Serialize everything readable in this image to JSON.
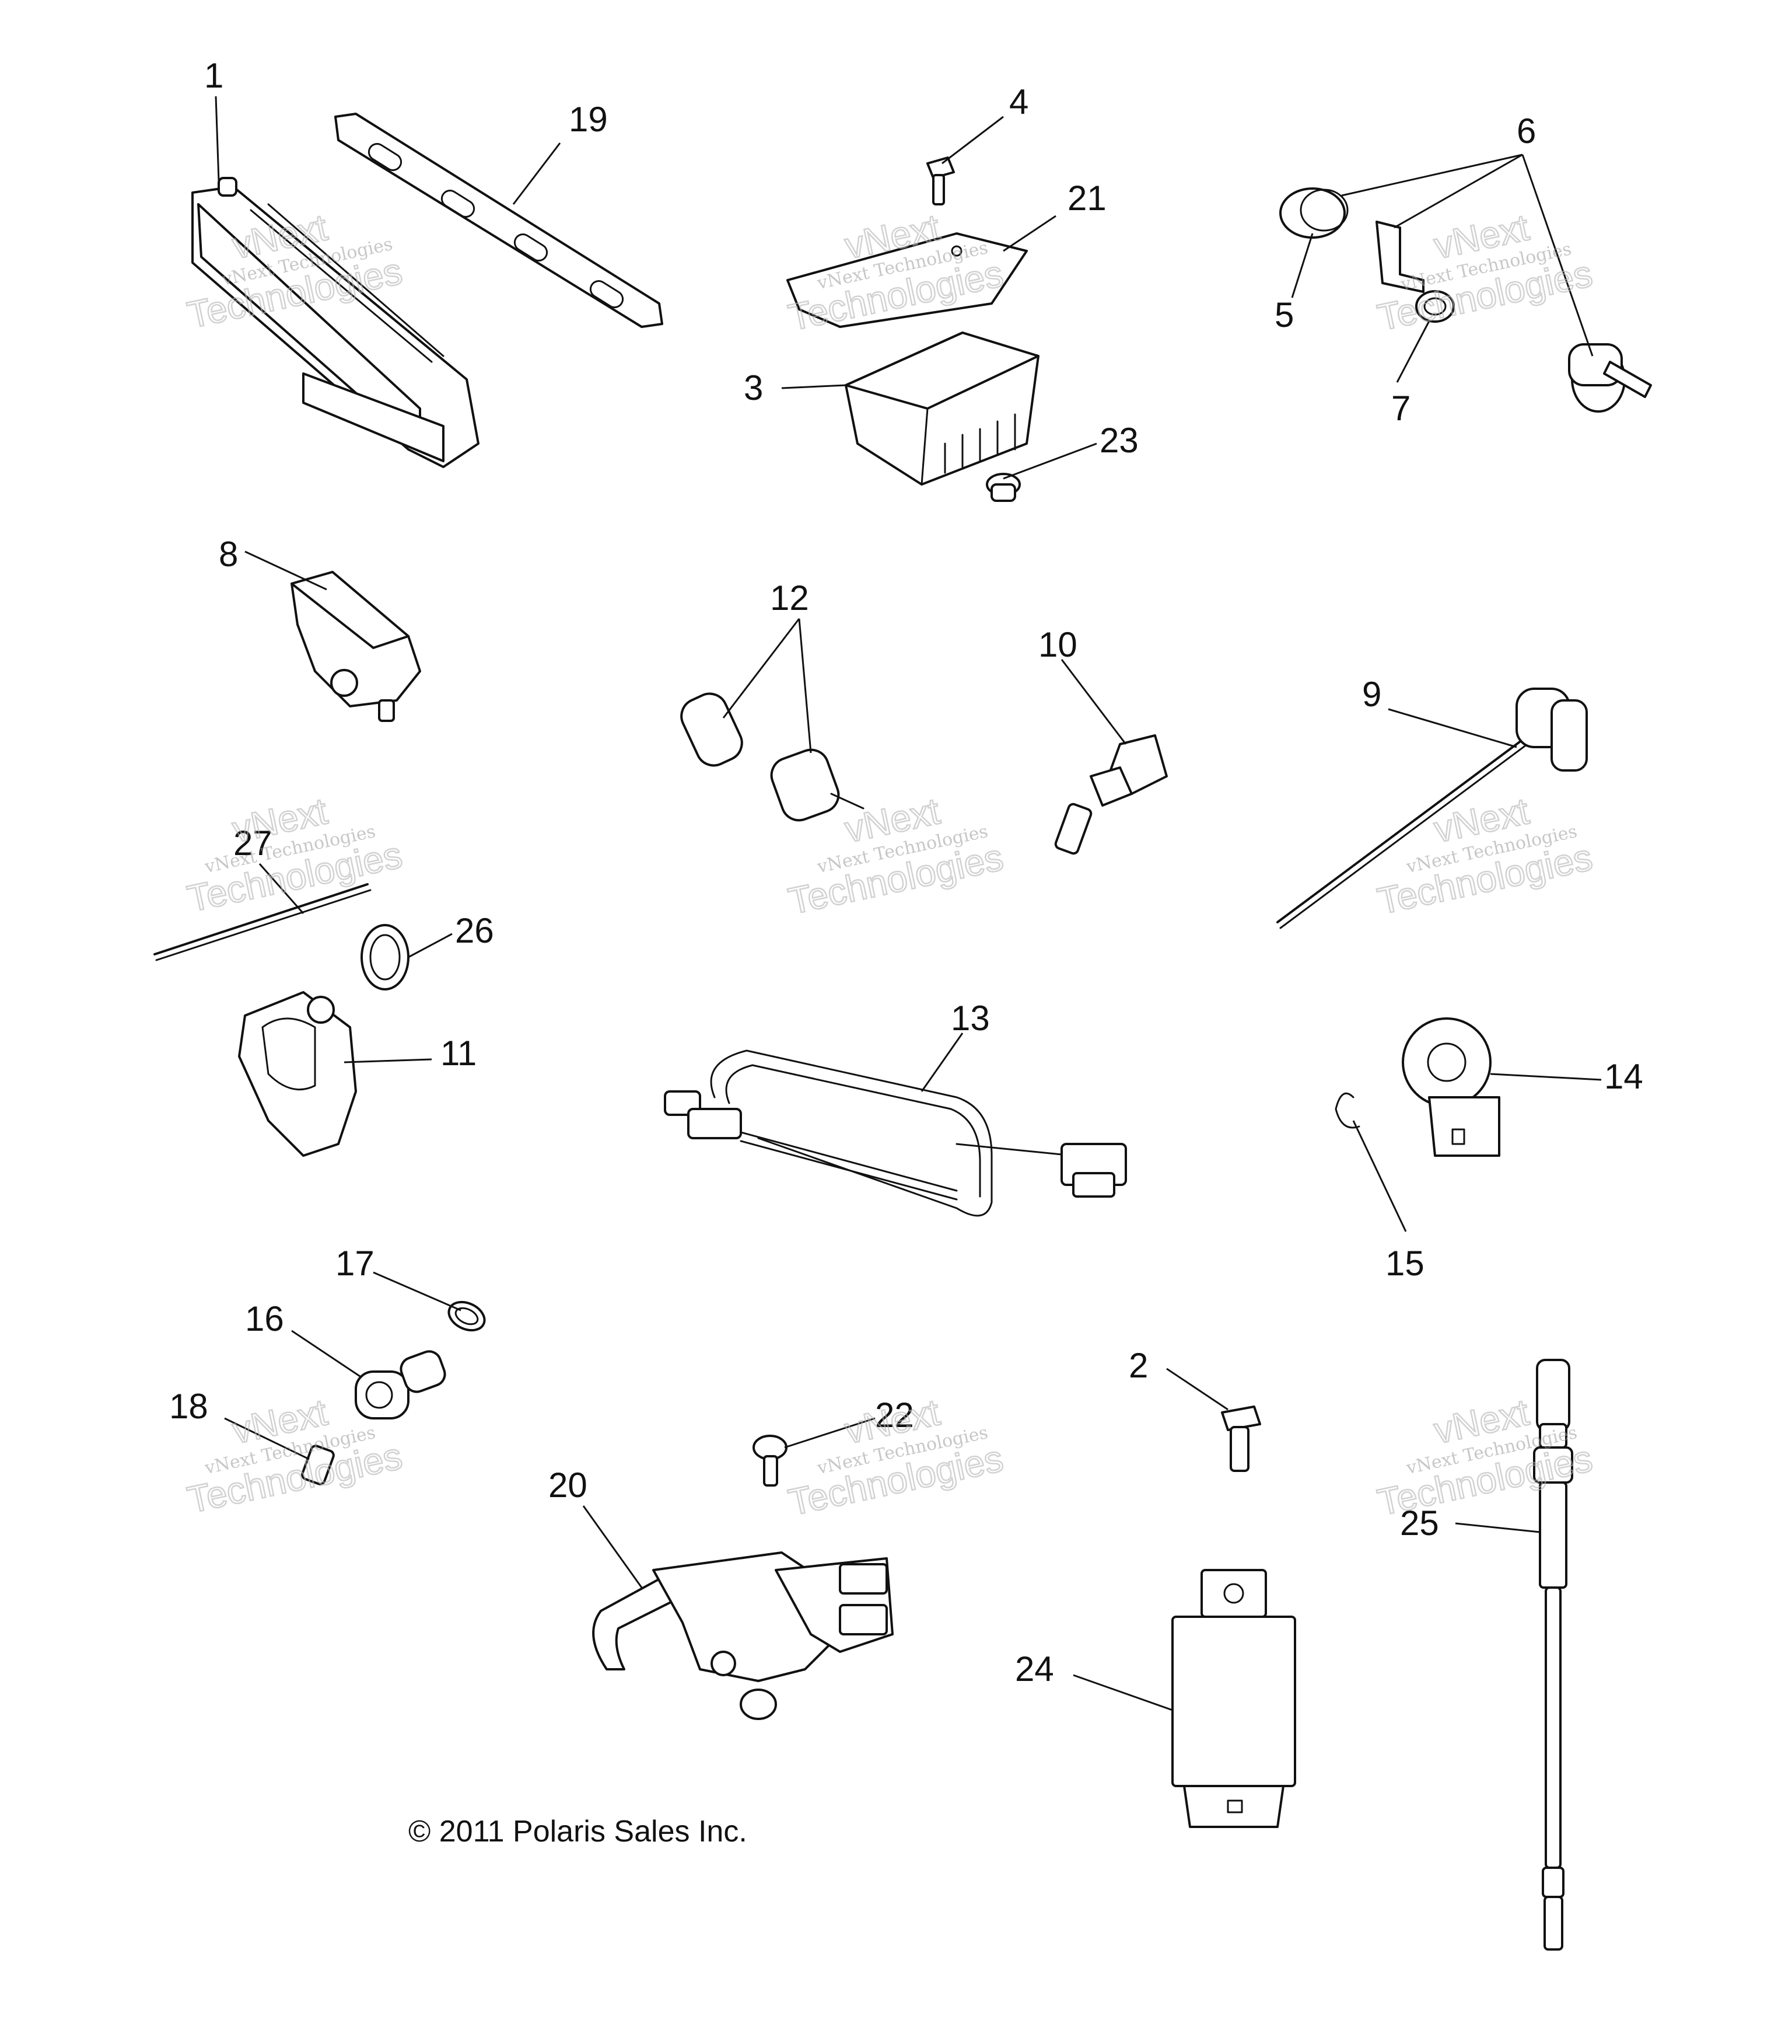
{
  "diagram": {
    "callouts": [
      "1",
      "2",
      "3",
      "4",
      "5",
      "6",
      "7",
      "8",
      "9",
      "10",
      "11",
      "12",
      "13",
      "14",
      "15",
      "16",
      "17",
      "18",
      "19",
      "20",
      "21",
      "22",
      "23",
      "24",
      "25",
      "26",
      "27"
    ],
    "copyright": "© 2011 Polaris Sales Inc.",
    "watermark": {
      "line1": "vNext Technologies",
      "line2": "Technologies",
      "line3": "vNext"
    }
  }
}
